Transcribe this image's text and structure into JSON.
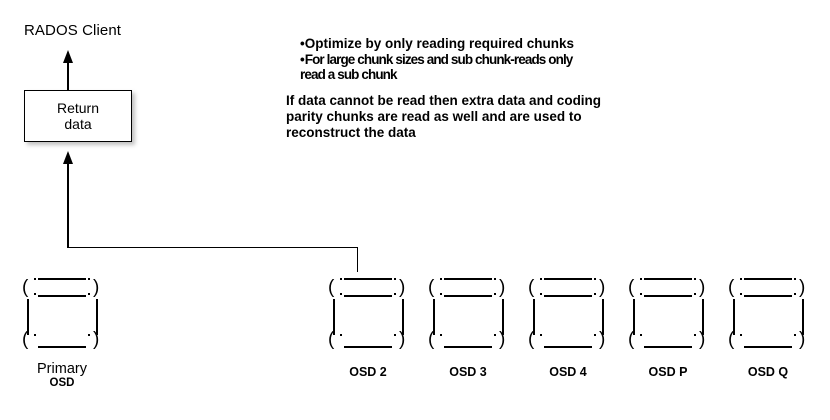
{
  "diagram": {
    "title_text": "RADOS Client",
    "return_box": {
      "label": "Return\ndata"
    },
    "bullets": [
      "Optimize by only reading required chunks",
      "For large chunk sizes and sub chunk-reads only"
    ],
    "bullet_continuation": "read a sub chunk",
    "bullet_marker": "•",
    "paragraph": [
      "If data cannot be read then extra data and coding",
      "parity chunks are read as well and are used to",
      "reconstruct the data"
    ],
    "primary_node": {
      "name_line1": "Primary",
      "name_line2": "OSD"
    },
    "osd_nodes": [
      {
        "label": "OSD 2"
      },
      {
        "label": "OSD 3"
      },
      {
        "label": "OSD 4"
      },
      {
        "label": "OSD P"
      },
      {
        "label": "OSD Q"
      }
    ],
    "colors": {
      "stroke": "#000000",
      "background": "#ffffff",
      "shadow": "#787878"
    }
  }
}
